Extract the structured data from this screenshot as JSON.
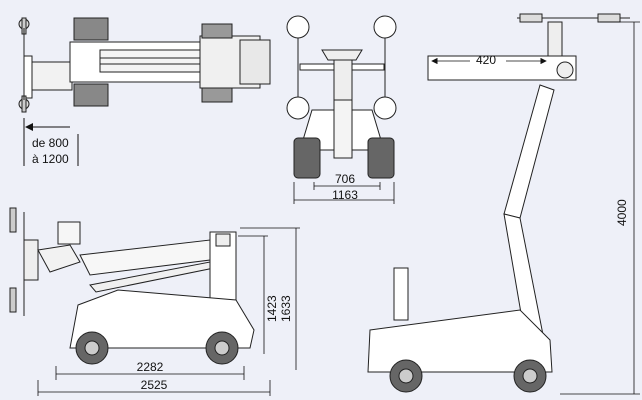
{
  "colors": {
    "background": "#eef0f8",
    "line": "#222222",
    "machine_fill": "#ffffff",
    "tyre": "#555555"
  },
  "dimensions": {
    "reach_min_max": {
      "line1": "de 800",
      "line2": "à 1200"
    },
    "front_track": "706",
    "front_width": "1163",
    "head_offset": "420",
    "max_height": "4000",
    "height_a": "1423",
    "height_b": "1633",
    "wheelbase": "2282",
    "overall_length": "2525"
  },
  "views": [
    "top-view",
    "front-view",
    "side-view",
    "raised-view"
  ]
}
